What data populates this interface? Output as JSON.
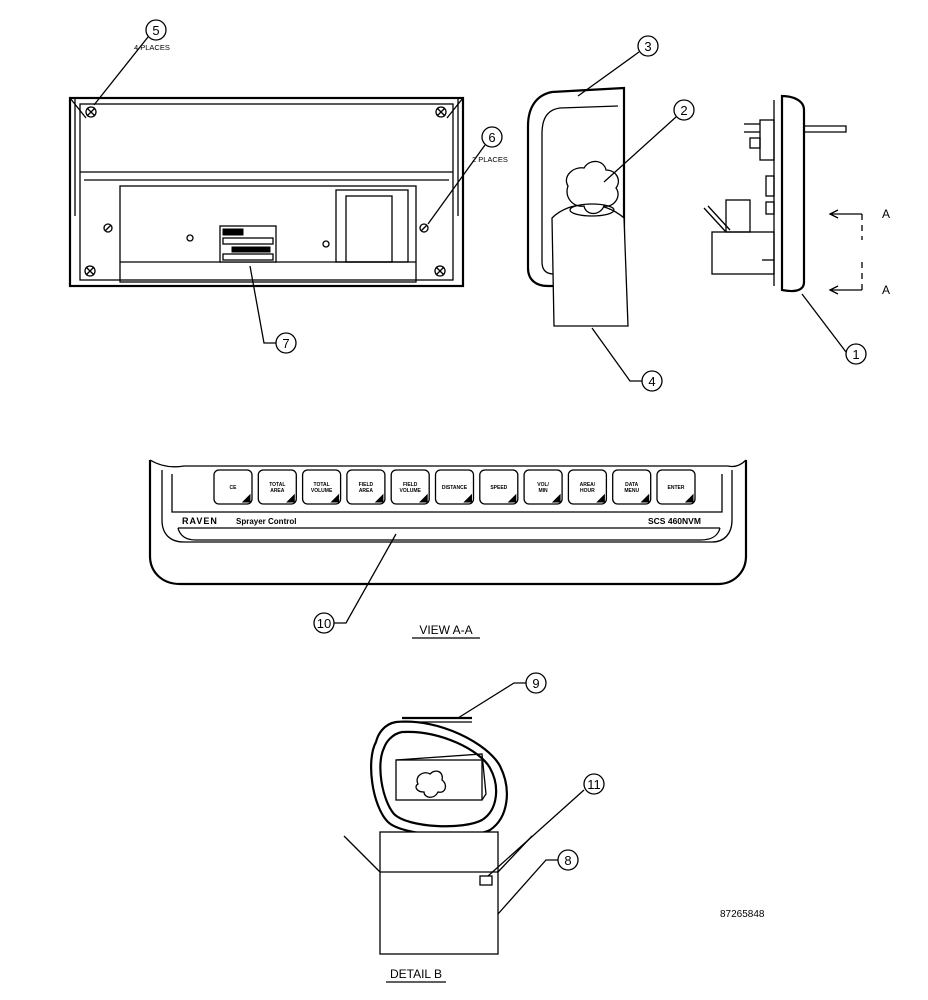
{
  "callouts": [
    {
      "num": "1",
      "note": ""
    },
    {
      "num": "2",
      "note": ""
    },
    {
      "num": "3",
      "note": ""
    },
    {
      "num": "4",
      "note": ""
    },
    {
      "num": "5",
      "note": "4 PLACES"
    },
    {
      "num": "6",
      "note": "2 PLACES"
    },
    {
      "num": "7",
      "note": ""
    },
    {
      "num": "8",
      "note": ""
    },
    {
      "num": "9",
      "note": ""
    },
    {
      "num": "10",
      "note": ""
    },
    {
      "num": "11",
      "note": ""
    }
  ],
  "section_arrows": {
    "top": "A",
    "bottom": "A"
  },
  "keypad": {
    "keys": [
      "CE",
      "TOTAL AREA",
      "TOTAL VOLUME",
      "FIELD AREA",
      "FIELD VOLUME",
      "DISTANCE",
      "SPEED",
      "VOL/ MIN",
      "AREA/ HOUR",
      "DATA MENU",
      "ENTER"
    ],
    "brand": "RAVEN",
    "subtitle": "Sprayer Control",
    "model": "SCS 460NVM"
  },
  "views": {
    "view_aa": "VIEW A-A",
    "detail_b": "DETAIL B"
  },
  "drawing_number": "87265848"
}
